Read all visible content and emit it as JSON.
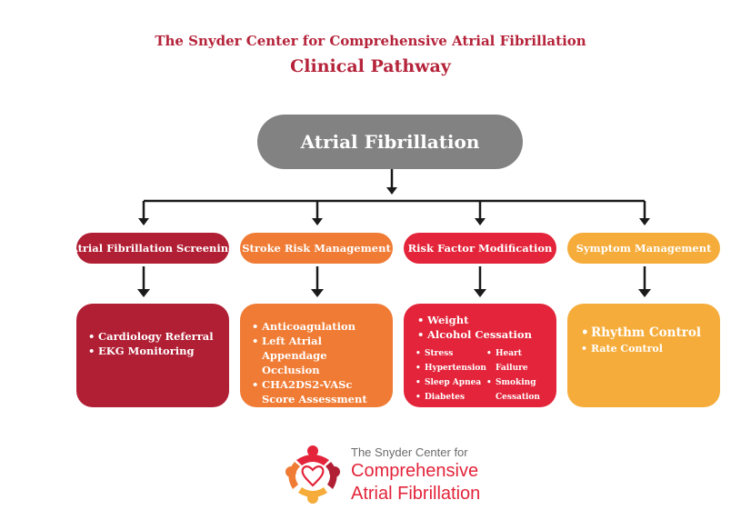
{
  "header": {
    "line1": "The Snyder Center for Comprehensive Atrial Fibrillation",
    "line2": "Clinical Pathway"
  },
  "root": {
    "label": "Atrial Fibrillation"
  },
  "categories": [
    {
      "label": "Atrial Fibrillation Screening",
      "color": "#b11f34"
    },
    {
      "label": "Stroke Risk Management",
      "color": "#ef7b34"
    },
    {
      "label": "Risk Factor Modification",
      "color": "#e3243a"
    },
    {
      "label": "Symptom Management",
      "color": "#f5ac3a"
    }
  ],
  "details": {
    "screening": [
      "Cardiology Referral",
      "EKG Monitoring"
    ],
    "stroke": [
      "Anticoagulation",
      "Left Atrial Appendage Occlusion",
      "CHA2DS2-VASc Score Assessment"
    ],
    "risk_factor": {
      "main": [
        "Weight",
        "Alcohol Cessation"
      ],
      "left": [
        "Stress",
        "Hypertension",
        "Sleep Apnea",
        "Diabetes"
      ],
      "right": [
        "Heart Failure",
        "Smoking Cessation"
      ]
    },
    "symptom": [
      "Rhythm Control",
      "Rate Control"
    ]
  },
  "logo": {
    "line1": "The Snyder Center for",
    "line2": "Comprehensive",
    "line3": "Atrial Fibrillation"
  }
}
